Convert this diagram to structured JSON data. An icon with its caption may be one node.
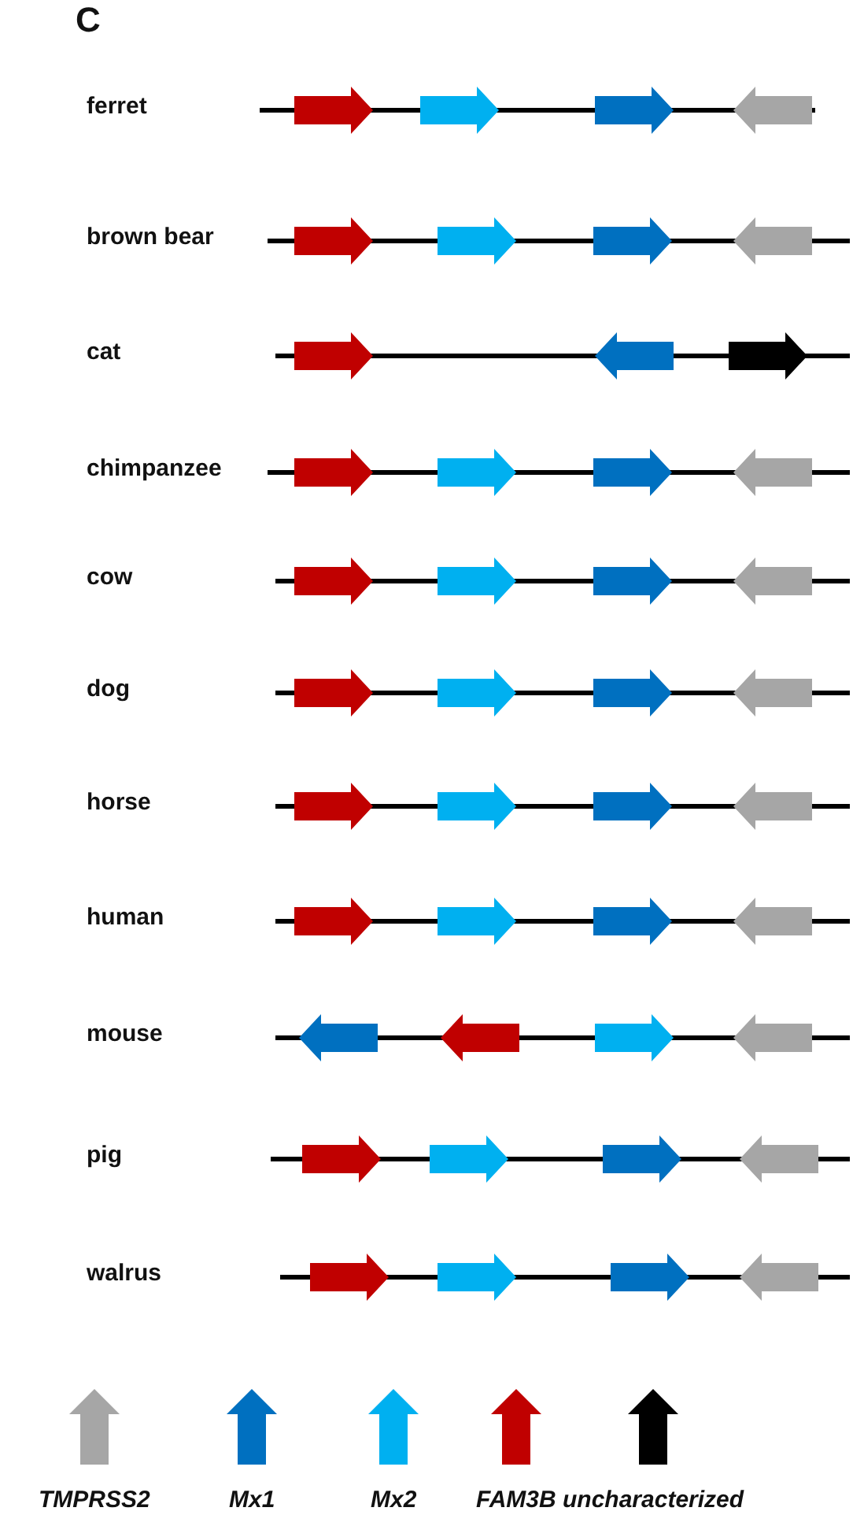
{
  "diagram": {
    "labels": [
      "C",
      "ferret",
      "brown bear",
      "cat",
      "chimpanzee",
      "cow",
      "dog",
      "horse",
      "human",
      "mouse",
      "pig",
      "walrus"
    ],
    "legend": [
      {
        "text": "TMPRSS2"
      },
      {
        "text": "Mx1"
      },
      {
        "text": "Mx2"
      },
      {
        "text": "FAM3B"
      },
      {
        "text": "uncharacterized"
      }
    ]
  }
}
